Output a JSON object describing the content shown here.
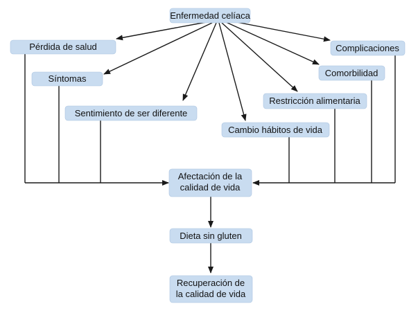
{
  "diagram": {
    "colors": {
      "box_fill": "#c9dcf0",
      "line": "#1a1a1a",
      "text": "#111111"
    },
    "nodes": {
      "celiac": "Enfermedad celíaca",
      "health_loss": "Pérdida de salud",
      "symptoms": "Síntomas",
      "feeling_different": "Sentimiento de ser diferente",
      "lifestyle_change": "Cambio hábitos de vida",
      "diet_restriction": "Restricción alimentaria",
      "comorbidity": "Comorbilidad",
      "complications": "Complicaciones",
      "qol_affected": [
        "Afectación de la",
        "calidad de vida"
      ],
      "gluten_free_diet": "Dieta sin gluten",
      "qol_recovery": [
        "Recuperación de",
        "la calidad de vida"
      ]
    }
  }
}
